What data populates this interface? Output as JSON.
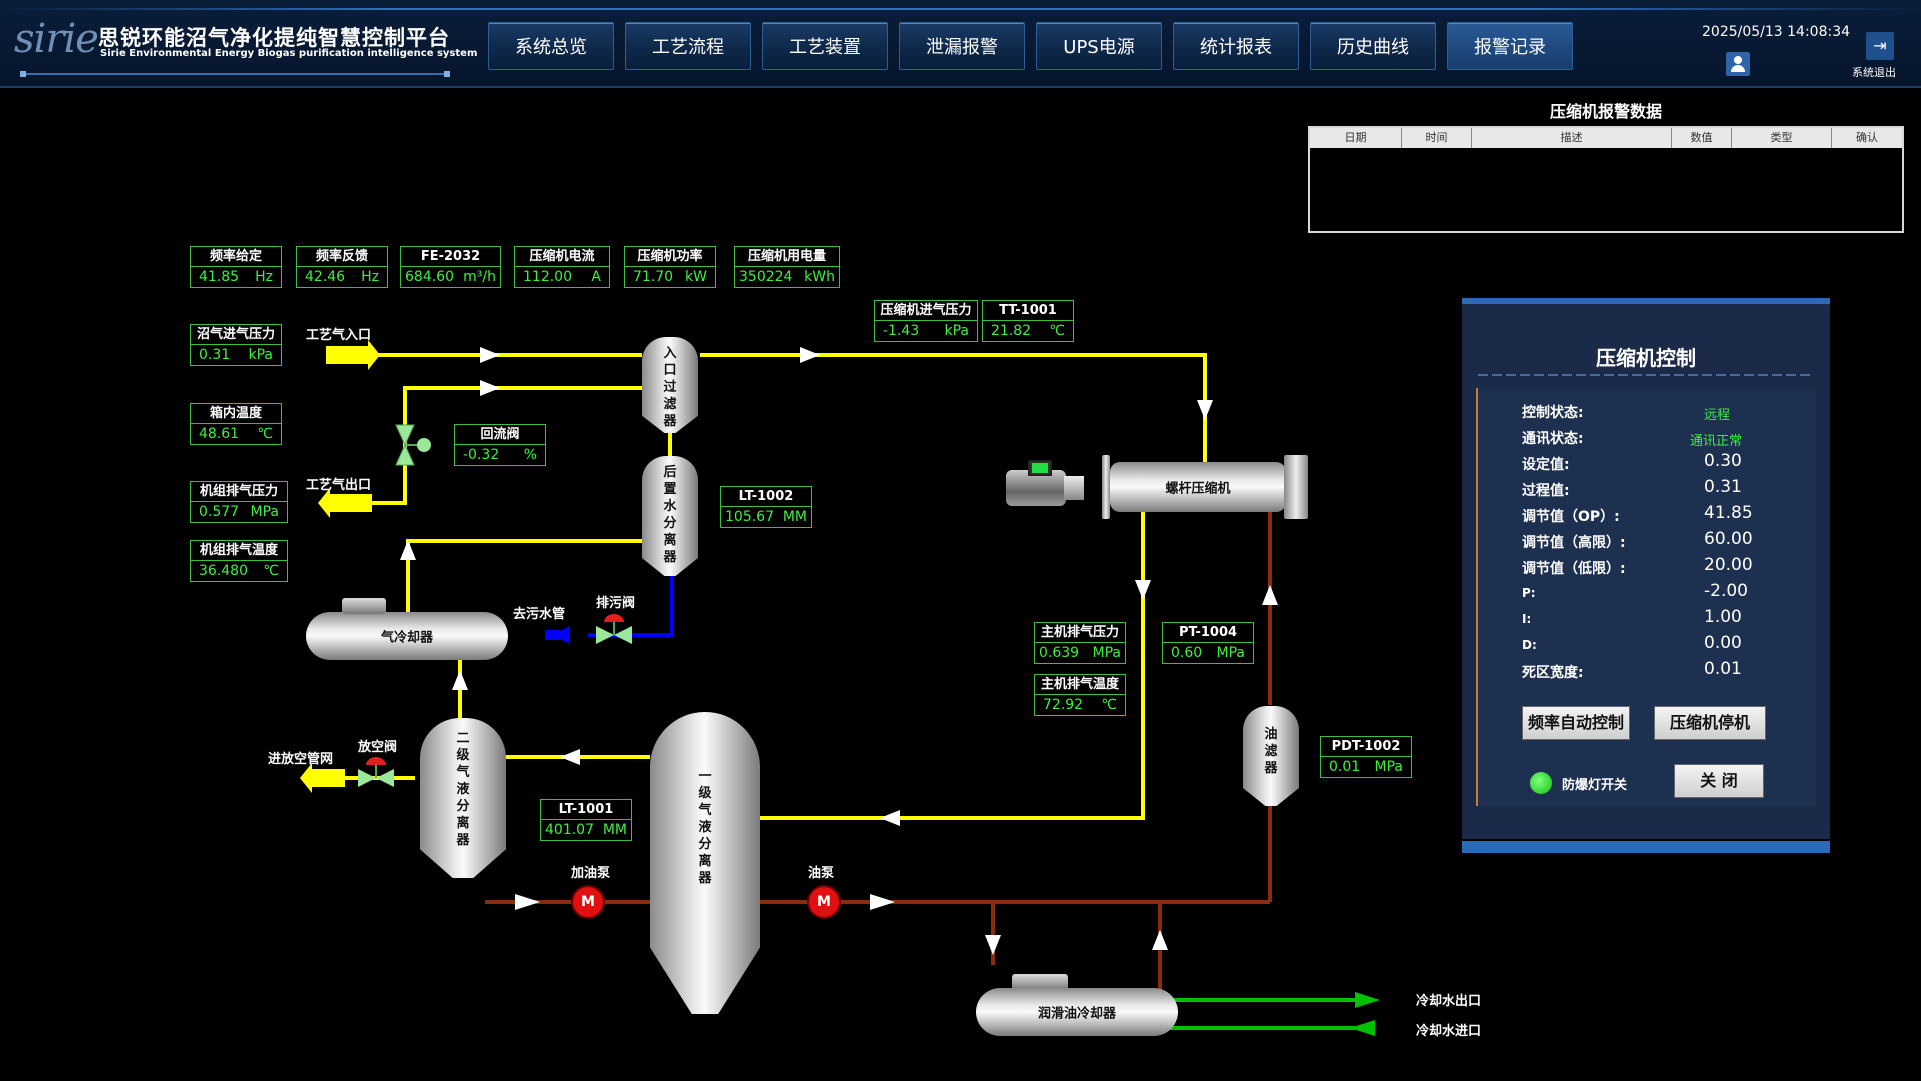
{
  "header": {
    "logo_text": "sirie",
    "title": "思锐环能沼气净化提纯智慧控制平台",
    "subtitle": "Sirie Environmental Energy Biogas purification intelligence system",
    "nav": [
      "系统总览",
      "工艺流程",
      "工艺装置",
      "泄漏报警",
      "UPS电源",
      "统计报表",
      "历史曲线",
      "报警记录"
    ],
    "datetime": "2025/05/13 14:08:34",
    "logout_label": "系统退出"
  },
  "alarm_table": {
    "title": "压缩机报警数据",
    "columns": [
      "日期",
      "时间",
      "描述",
      "数值",
      "类型",
      "确认"
    ]
  },
  "top_tags": [
    {
      "name": "频率给定",
      "value": "41.85",
      "unit": "Hz"
    },
    {
      "name": "频率反馈",
      "value": "42.46",
      "unit": "Hz"
    },
    {
      "name": "FE-2032",
      "value": "684.60",
      "unit": "m³/h"
    },
    {
      "name": "压缩机电流",
      "value": "112.00",
      "unit": "A"
    },
    {
      "name": "压缩机功率",
      "value": "71.70",
      "unit": "kW"
    },
    {
      "name": "压缩机用电量",
      "value": "350224",
      "unit": "kWh"
    }
  ],
  "tags": {
    "biogas_in_pressure": {
      "name": "沼气进气压力",
      "value": "0.31",
      "unit": "kPa"
    },
    "box_temp": {
      "name": "箱内温度",
      "value": "48.61",
      "unit": "℃"
    },
    "unit_out_pressure": {
      "name": "机组排气压力",
      "value": "0.577",
      "unit": "MPa"
    },
    "unit_out_temp": {
      "name": "机组排气温度",
      "value": "36.480",
      "unit": "℃"
    },
    "return_valve": {
      "name": "回流阀",
      "value": "-0.32",
      "unit": "%"
    },
    "lt1002": {
      "name": "LT-1002",
      "value": "105.67",
      "unit": "MM"
    },
    "comp_in_pressure": {
      "name": "压缩机进气压力",
      "value": "-1.43",
      "unit": "kPa"
    },
    "tt1001": {
      "name": "TT-1001",
      "value": "21.82",
      "unit": "℃"
    },
    "main_out_pressure": {
      "name": "主机排气压力",
      "value": "0.639",
      "unit": "MPa"
    },
    "pt1004": {
      "name": "PT-1004",
      "value": "0.60",
      "unit": "MPa"
    },
    "main_out_temp": {
      "name": "主机排气温度",
      "value": "72.92",
      "unit": "℃"
    },
    "pdt1002": {
      "name": "PDT-1002",
      "value": "0.01",
      "unit": "MPa"
    },
    "lt1001": {
      "name": "LT-1001",
      "value": "401.07",
      "unit": "MM"
    }
  },
  "labels": {
    "process_in": "工艺气入口",
    "process_out": "工艺气出口",
    "to_sewer": "去污水管",
    "drain_valve": "排污阀",
    "to_vent": "进放空管网",
    "vent_valve": "放空阀",
    "oil_add_pump": "加油泵",
    "oil_pump": "油泵",
    "cooling_out": "冷却水出口",
    "cooling_in": "冷却水进口",
    "motor_symbol": "M"
  },
  "equipment": {
    "inlet_filter": "入口过滤器",
    "post_separator": "后置水分离器",
    "air_cooler": "气冷却器",
    "second_separator": "二级气液分离器",
    "first_separator": "一级气液分离器",
    "screw_compressor": "螺杆压缩机",
    "oil_filter": "油滤器",
    "oil_cooler": "润滑油冷却器"
  },
  "control_panel": {
    "title": "压缩机控制",
    "rows": [
      {
        "label": "控制状态:",
        "value": "远程",
        "green": true
      },
      {
        "label": "通讯状态:",
        "value": "通讯正常",
        "green": true
      },
      {
        "label": "设定值:",
        "value": "0.30"
      },
      {
        "label": "过程值:",
        "value": "0.31"
      },
      {
        "label": "调节值（OP）:",
        "value": "41.85"
      },
      {
        "label": "调节值（高限）:",
        "value": "60.00"
      },
      {
        "label": "调节值（低限）:",
        "value": "20.00"
      },
      {
        "label": "P:",
        "value": "-2.00"
      },
      {
        "label": "I:",
        "value": "1.00"
      },
      {
        "label": "D:",
        "value": "0.00"
      },
      {
        "label": "死区宽度:",
        "value": "0.01"
      }
    ],
    "btn_freq_auto": "频率自动控制",
    "btn_stop": "压缩机停机",
    "lamp_label": "防爆灯开关",
    "btn_close": "关 闭"
  },
  "colors": {
    "gas_line": "#ffff00",
    "oil_line": "#8b2c0e",
    "water_line": "#00c000",
    "drain_line": "#0000ff",
    "tag_border": "#3fbf3f",
    "tag_value": "#3ef03e"
  }
}
